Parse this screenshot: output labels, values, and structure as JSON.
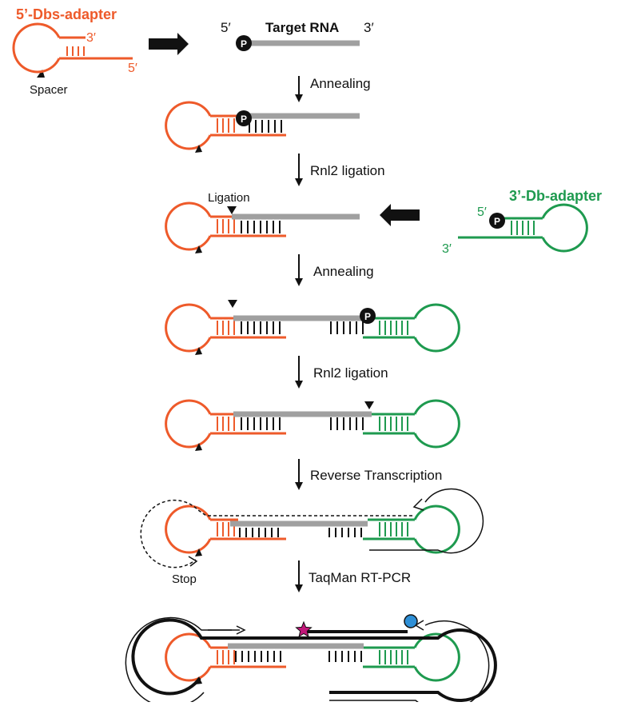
{
  "colors": {
    "orange": "#ee5a2a",
    "green": "#1e9a4f",
    "rna_gray": "#a0a0a0",
    "black": "#111111",
    "star_magenta": "#c2187a",
    "quencher_blue": "#2e8fd6"
  },
  "top": {
    "adapter5_title": "5’-Dbs-adapter",
    "adapter5_3prime": "3′",
    "adapter5_5prime": "5′",
    "spacer_label": "Spacer",
    "rna_5prime": "5′",
    "rna_title": "Target RNA",
    "rna_3prime": "3′",
    "phosphate": "P"
  },
  "steps": {
    "annealing1": "Annealing",
    "ligation1": "Rnl2 ligation",
    "annealing2": "Annealing",
    "ligation2": "Rnl2 ligation",
    "reverse_transcription": "Reverse Transcription",
    "taqman": "TaqMan RT-PCR"
  },
  "row3": {
    "ligation_label": "Ligation",
    "adapter3_title": "3’-Db-adapter",
    "adapter3_5prime": "5′",
    "adapter3_3prime": "3′"
  },
  "row6": {
    "stop_label": "Stop"
  }
}
